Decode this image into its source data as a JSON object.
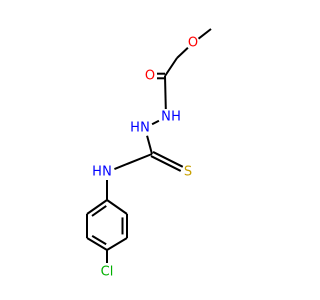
{
  "molecule": {
    "atoms": [
      {
        "id": "O_carbonyl",
        "symbol": "O",
        "label": "O",
        "color": "#ff0000"
      },
      {
        "id": "O_ether",
        "symbol": "O",
        "label": "O",
        "color": "#ff0000"
      },
      {
        "id": "N_amide",
        "symbol": "N",
        "label": "N",
        "h_label": "H",
        "color": "#0000ff"
      },
      {
        "id": "N_hydrazine",
        "symbol": "N",
        "label": "N",
        "h_label": "H",
        "color": "#0000ff"
      },
      {
        "id": "N_aryl",
        "symbol": "N",
        "label": "N",
        "h_label": "H",
        "color": "#0000ff"
      },
      {
        "id": "S_thio",
        "symbol": "S",
        "label": "S",
        "color": "#c8a000"
      },
      {
        "id": "Cl",
        "symbol": "Cl",
        "label": "Cl",
        "color": "#00b000"
      }
    ]
  }
}
